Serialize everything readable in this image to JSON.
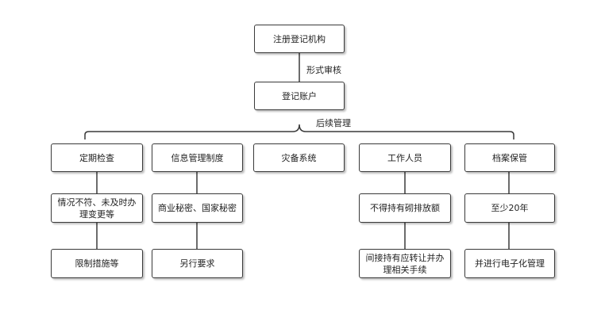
{
  "nodes": {
    "registry": "注册登记机构",
    "account": "登记账户",
    "inspection": "定期检查",
    "info_mgmt": "信息管理制度",
    "backup": "灾备系统",
    "staff": "工作人员",
    "archive": "档案保管",
    "mismatch": "情况不符、未及时办理变更等",
    "secrets": "商业秘密、国家秘密",
    "no_hold": "不得持有砌排放额",
    "at_least": "至少20年",
    "restrict": "限制措施等",
    "other_req": "另行要求",
    "indirect": "间接持有应转让并办理相关手续",
    "digitize": "并进行电子化管理"
  },
  "edge_labels": {
    "review": "形式审核",
    "follow_up": "后续管理"
  }
}
